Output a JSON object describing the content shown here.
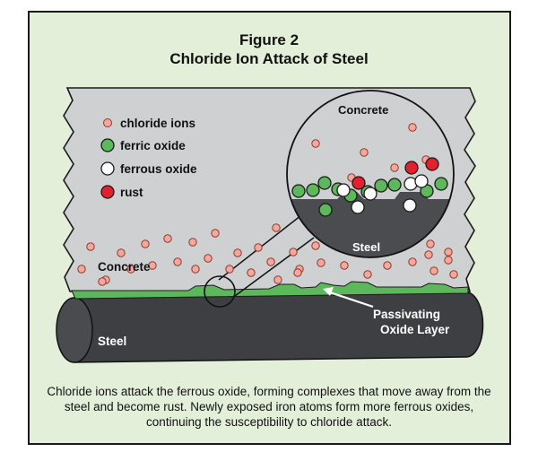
{
  "figure": {
    "number": "Figure 2",
    "title": "Chloride Ion Attack of Steel"
  },
  "legend": [
    {
      "key": "chloride",
      "label": "chloride ions",
      "color": "#f4a79a"
    },
    {
      "key": "ferric",
      "label": "ferric oxide",
      "color": "#5cb85a"
    },
    {
      "key": "ferrous",
      "label": "ferrous oxide",
      "color": "#ffffff"
    },
    {
      "key": "rust",
      "label": "rust",
      "color": "#e5202e"
    }
  ],
  "labels": {
    "concrete_main": "Concrete",
    "steel_main": "Steel",
    "concrete_zoom": "Concrete",
    "steel_zoom": "Steel",
    "passivating_line1": "Passivating",
    "passivating_line2": "Oxide Layer"
  },
  "colors": {
    "background": "#e3efd9",
    "concrete": "#cfd0d2",
    "steel": "#3e3f42",
    "oxide_layer": "#5cb85a"
  },
  "caption": "Chloride ions attack the ferrous oxide, forming complexes that move away from the steel and become rust. Newly exposed iron atoms form more ferrous oxides, continuing the susceptibility to chloride attack."
}
